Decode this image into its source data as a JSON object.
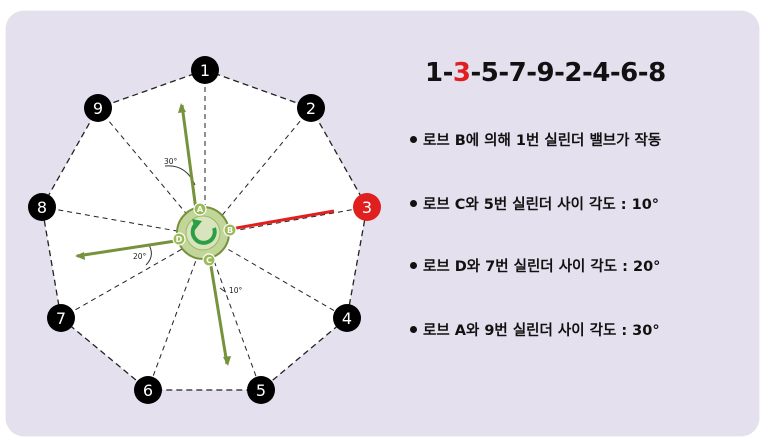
{
  "firing_order": {
    "parts": [
      "1",
      "-",
      "3",
      "-5-7-9-2-4-6-8"
    ]
  },
  "cylinders": [
    {
      "label": "1",
      "highlight": false
    },
    {
      "label": "2",
      "highlight": false
    },
    {
      "label": "3",
      "highlight": true
    },
    {
      "label": "4",
      "highlight": false
    },
    {
      "label": "5",
      "highlight": false
    },
    {
      "label": "6",
      "highlight": false
    },
    {
      "label": "7",
      "highlight": false
    },
    {
      "label": "8",
      "highlight": false
    },
    {
      "label": "9",
      "highlight": false
    }
  ],
  "lobes": {
    "a": "A",
    "b": "B",
    "c": "C",
    "d": "D"
  },
  "angle_labels": {
    "a_to_9": "30°",
    "d_to_7": "20°",
    "c_to_5": "10°"
  },
  "bullets": [
    "로브 B에 의해 1번 실린더 밸브가 작동",
    "로브 C와 5번 실린더 사이 각도 : 10°",
    "로브 D와 7번 실린더 사이 각도 : 20°",
    "로브 A와 9번 실린더 사이 각도 : 30°"
  ],
  "colors": {
    "panel_bg": "#e4e0ee",
    "cylinder_fill": "#000000",
    "highlight_fill": "#e0201f",
    "lobe_line": "#76923c",
    "active_line": "#e0201f",
    "cam_fill": "#c2d69b",
    "rotation_arrow": "#2e9e44"
  },
  "icons": {
    "rotation": "rotation-arrow-icon"
  }
}
